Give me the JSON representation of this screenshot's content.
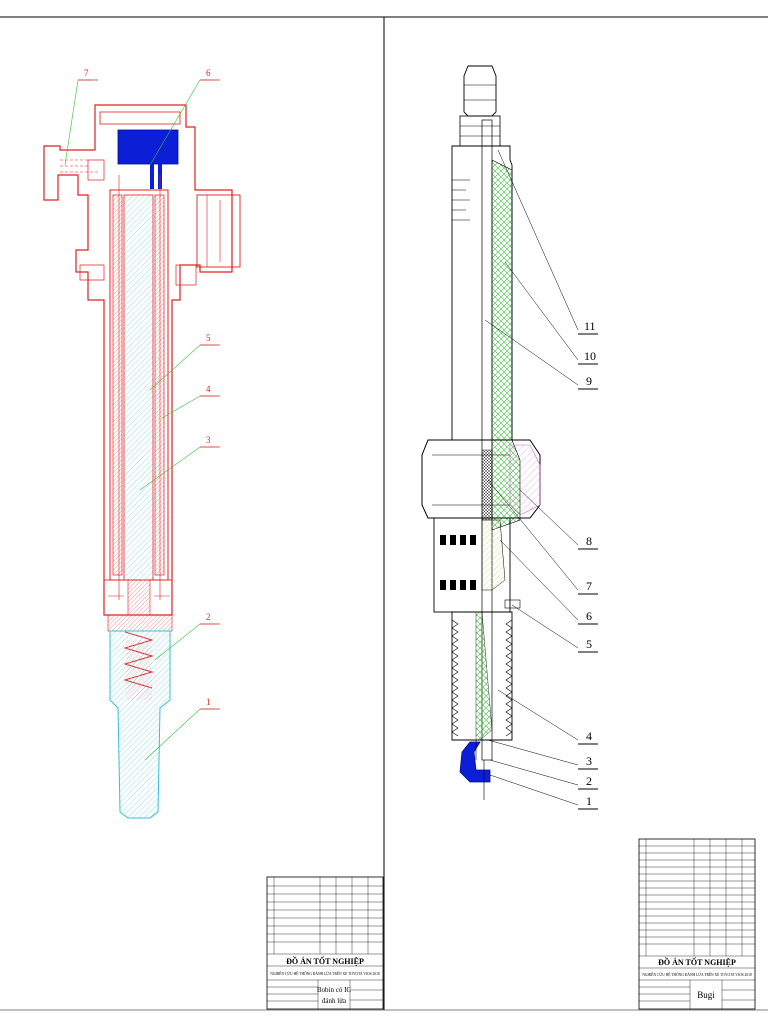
{
  "left_sheet": {
    "callouts": [
      {
        "num": "7"
      },
      {
        "num": "6"
      },
      {
        "num": "5"
      },
      {
        "num": "4"
      },
      {
        "num": "3"
      },
      {
        "num": "2"
      },
      {
        "num": "1"
      }
    ],
    "title_block": {
      "heading": "ĐỒ ÁN TỐT NGHIỆP",
      "subtitle": "NGHIÊN CỨU HỆ THỐNG ĐÁNH LỬA TRÊN XE TOYOTA VIOS 2018",
      "drawing_name_line1": "Bobin có IC",
      "drawing_name_line2": "đánh lửa"
    }
  },
  "right_sheet": {
    "callouts": [
      {
        "num": "11"
      },
      {
        "num": "10"
      },
      {
        "num": "9"
      },
      {
        "num": "8"
      },
      {
        "num": "7"
      },
      {
        "num": "6"
      },
      {
        "num": "5"
      },
      {
        "num": "4"
      },
      {
        "num": "3"
      },
      {
        "num": "2"
      },
      {
        "num": "1"
      }
    ],
    "title_block": {
      "heading": "ĐỒ ÁN TỐT NGHIỆP",
      "subtitle": "NGHIÊN CỨU HỆ THỐNG ĐÁNH LỬA TRÊN XE TOYOTA VIOS 2018",
      "drawing_name": "Bugi"
    }
  }
}
